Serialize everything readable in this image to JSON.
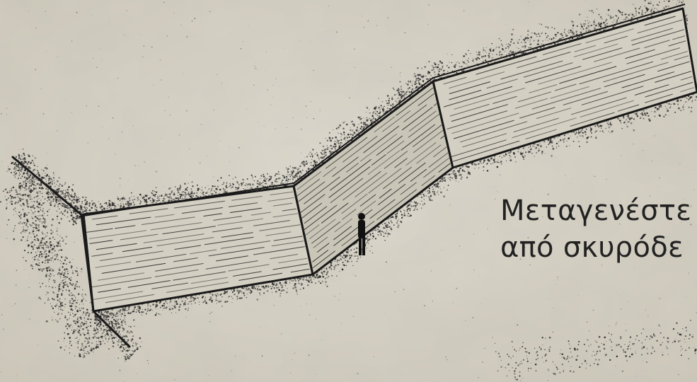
{
  "caption": {
    "line1": "Μεταγενέστε",
    "line2": "από σκυρόδε"
  },
  "colors": {
    "paper": "#d8d4c8",
    "ink": "#1a1a1a",
    "wall_fill": "#cfcbbd",
    "stipple": "#2a2a2a"
  },
  "illustration": {
    "subject": "zigzag-wall",
    "panels": 3,
    "human_figures": 1
  }
}
